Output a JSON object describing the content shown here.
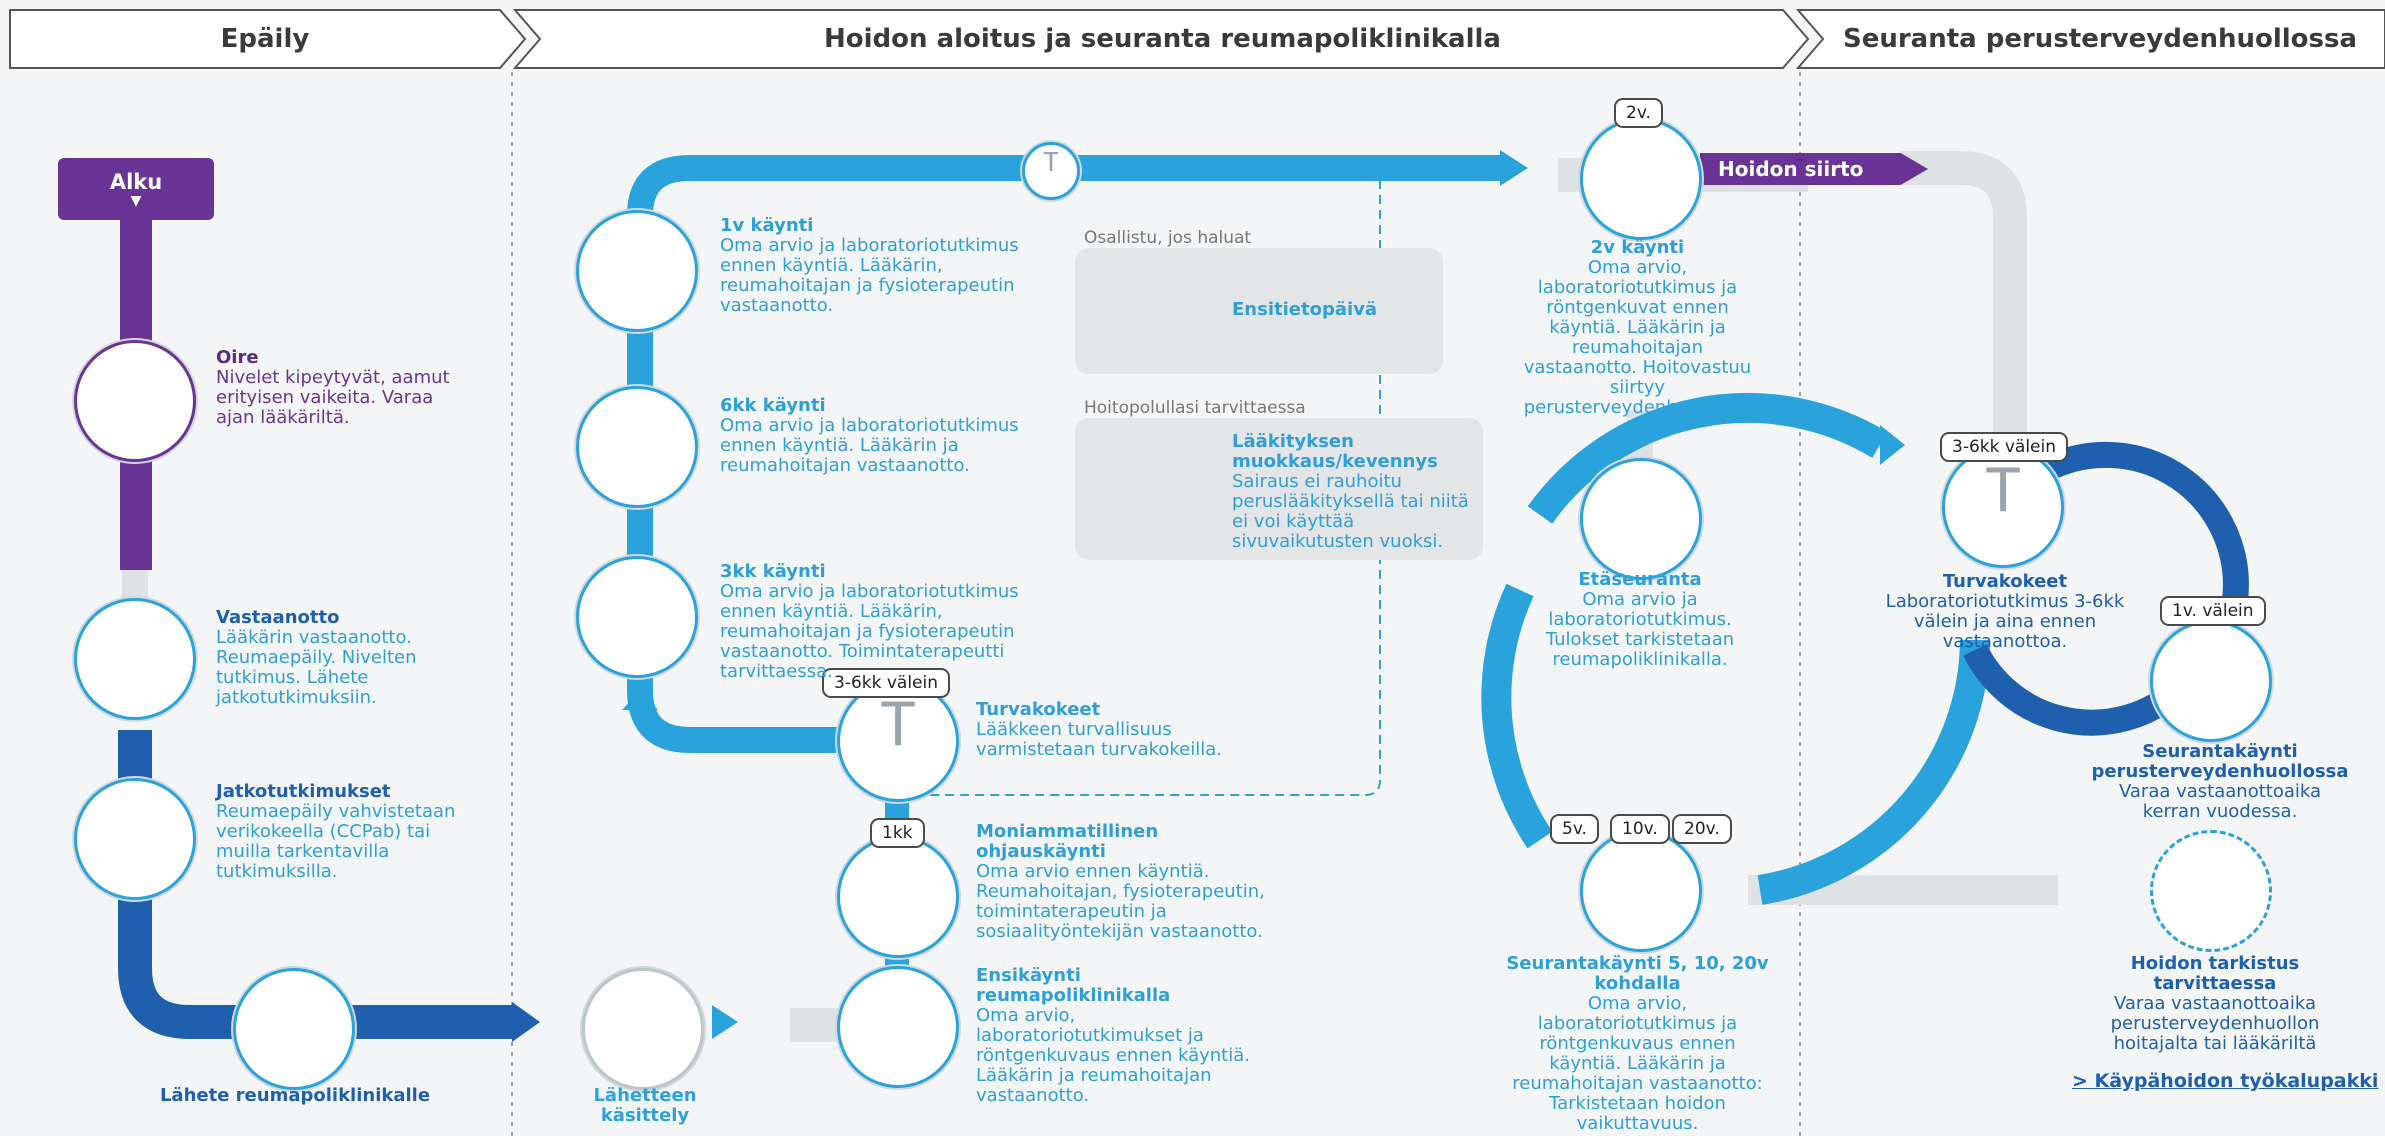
{
  "headers": [
    "Epäily",
    "Hoidon aloitus ja seuranta reumapoliklinikalla",
    "Seuranta perusterveydenhuollossa"
  ],
  "start_label": "Alku",
  "transfer_label": "Hoidon siirto",
  "steps": {
    "oire": {
      "title": "Oire",
      "text": "Nivelet kipeytyvät, aamut erityisen vaikeita. Varaa ajan lääkäriltä."
    },
    "vastaanotto": {
      "title": "Vastaanotto",
      "text": "Lääkärin vastaanotto. Reumaepäily. Nivelten tutkimus. Lähete jatkotutkimuksiin."
    },
    "jatkotutkimukset": {
      "title": "Jatkotutkimukset",
      "text": "Reumaepäily vahvistetaan verikokeella (CCPab) tai muilla tarkentavilla tutkimuksilla."
    },
    "lahete": {
      "title": "Lähete reumapoliklinikalle"
    },
    "lahetteen_kasittely": {
      "title": "Lähetteen käsittely"
    },
    "ensikaynti": {
      "title": "Ensikäynti reumapoliklinikalla",
      "text": "Oma arvio, laboratoriotutkimukset ja röntgenkuvaus ennen käyntiä. Lääkärin ja reumahoitajan vastaanotto."
    },
    "moniammatillinen": {
      "title": "Moniammatillinen ohjauskäynti",
      "text": "Oma arvio ennen käyntiä. Reumahoitajan, fysioterapeutin, toimintaterapeutin ja sosiaalityöntekijän vastaanotto."
    },
    "turvakokeet1": {
      "title": "Turvakokeet",
      "text": "Lääkkeen turvallisuus varmistetaan turvakokeilla."
    },
    "k3kk": {
      "title": "3kk käynti",
      "text": "Oma arvio ja laboratoriotutkimus ennen käyntiä. Lääkärin, reumahoitajan ja fysioterapeutin vastaanotto. Toimintaterapeutti tarvittaessa."
    },
    "k6kk": {
      "title": "6kk käynti",
      "text": "Oma arvio ja laboratoriotutkimus ennen käyntiä. Lääkärin ja reumahoitajan vastaanotto."
    },
    "k1v": {
      "title": "1v käynti",
      "text": "Oma arvio ja laboratoriotutkimus ennen käyntiä. Lääkärin, reumahoitajan ja fysioterapeutin vastaanotto."
    },
    "osallistu": {
      "label": "Osallistu, jos haluat",
      "title": "Ensitietopäivä"
    },
    "laakitys": {
      "label": "Hoitopolullasi tarvittaessa",
      "title": "Lääkityksen muokkaus/kevennys",
      "text": "Sairaus ei rauhoitu peruslääkityksellä tai niitä ei voi käyttää sivuvaikutusten vuoksi."
    },
    "k2v": {
      "title": "2v käynti",
      "text": "Oma arvio, laboratoriotutkimus ja röntgenkuvat ennen käyntiä. Lääkärin ja reumahoitajan vastaanotto. Hoitovastuu siirtyy perusterveydenhuoltoon."
    },
    "etaseuranta": {
      "title": "Etäseuranta",
      "text": "Oma arvio ja laboratoriotutkimus. Tulokset tarkistetaan reumapoliklinikalla."
    },
    "seurantakaynti": {
      "title": "Seurantakäynti 5, 10, 20v kohdalla",
      "text": "Oma arvio, laboratoriotutkimus ja röntgenkuvaus ennen käyntiä. Lääkärin ja reumahoitajan vastaanotto: Tarkistetaan hoidon vaikuttavuus."
    },
    "turvakokeet2": {
      "title": "Turvakokeet",
      "text": "Laboratoriotutkimus 3-6kk välein ja aina ennen vastaanottoa."
    },
    "seuranta_pth": {
      "title": "Seurantakäynti perusterveydenhuollossa",
      "text": "Varaa vastaanottoaika kerran vuodessa."
    },
    "hoidon_tarkistus": {
      "title": "Hoidon tarkistus tarvittaessa",
      "text": "Varaa vastaanottoaika perusterveydenhuollon hoitajalta tai lääkäriltä"
    }
  },
  "badges": {
    "b_3_6kk_1": "3-6kk välein",
    "b_1kk": "1kk",
    "b_2v": "2v.",
    "b_5v": "5v.",
    "b_10v": "10v.",
    "b_20v": "20v.",
    "b_3_6kk_2": "3-6kk välein",
    "b_1v": "1v. välein"
  },
  "link": "> Käypähoidon työkalupakki",
  "icon_letter": "T",
  "colors": {
    "purple": "#6a3496",
    "light_blue": "#2aa3dc",
    "dark_blue": "#1e5fae",
    "gray_path": "#dfe2e4"
  }
}
